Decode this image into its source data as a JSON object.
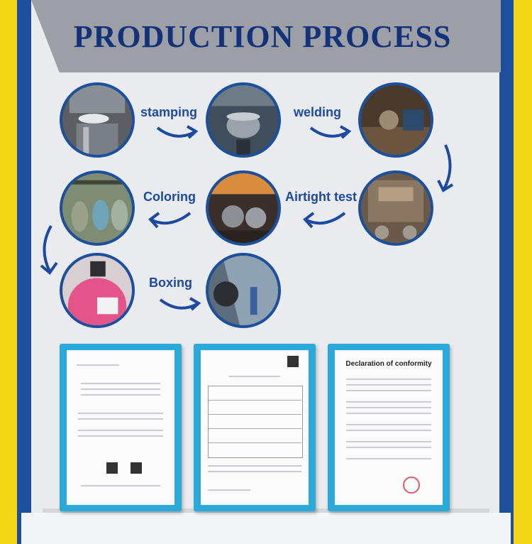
{
  "title": "PRODUCTION PROCESS",
  "steps": [
    {
      "label": "stamping"
    },
    {
      "label": "welding"
    },
    {
      "label": "Airtight test"
    },
    {
      "label": "Coloring"
    },
    {
      "label": "Boxing"
    }
  ],
  "certificates": [
    {
      "heading": ""
    },
    {
      "heading": ""
    },
    {
      "heading": "Declaration of conformity"
    }
  ],
  "colors": {
    "frame_yellow": "#f3d615",
    "frame_blue": "#1c4f9c",
    "title_text": "#13327a",
    "label_text": "#1d4aa0",
    "certificate_frame": "#2ba9d9"
  }
}
